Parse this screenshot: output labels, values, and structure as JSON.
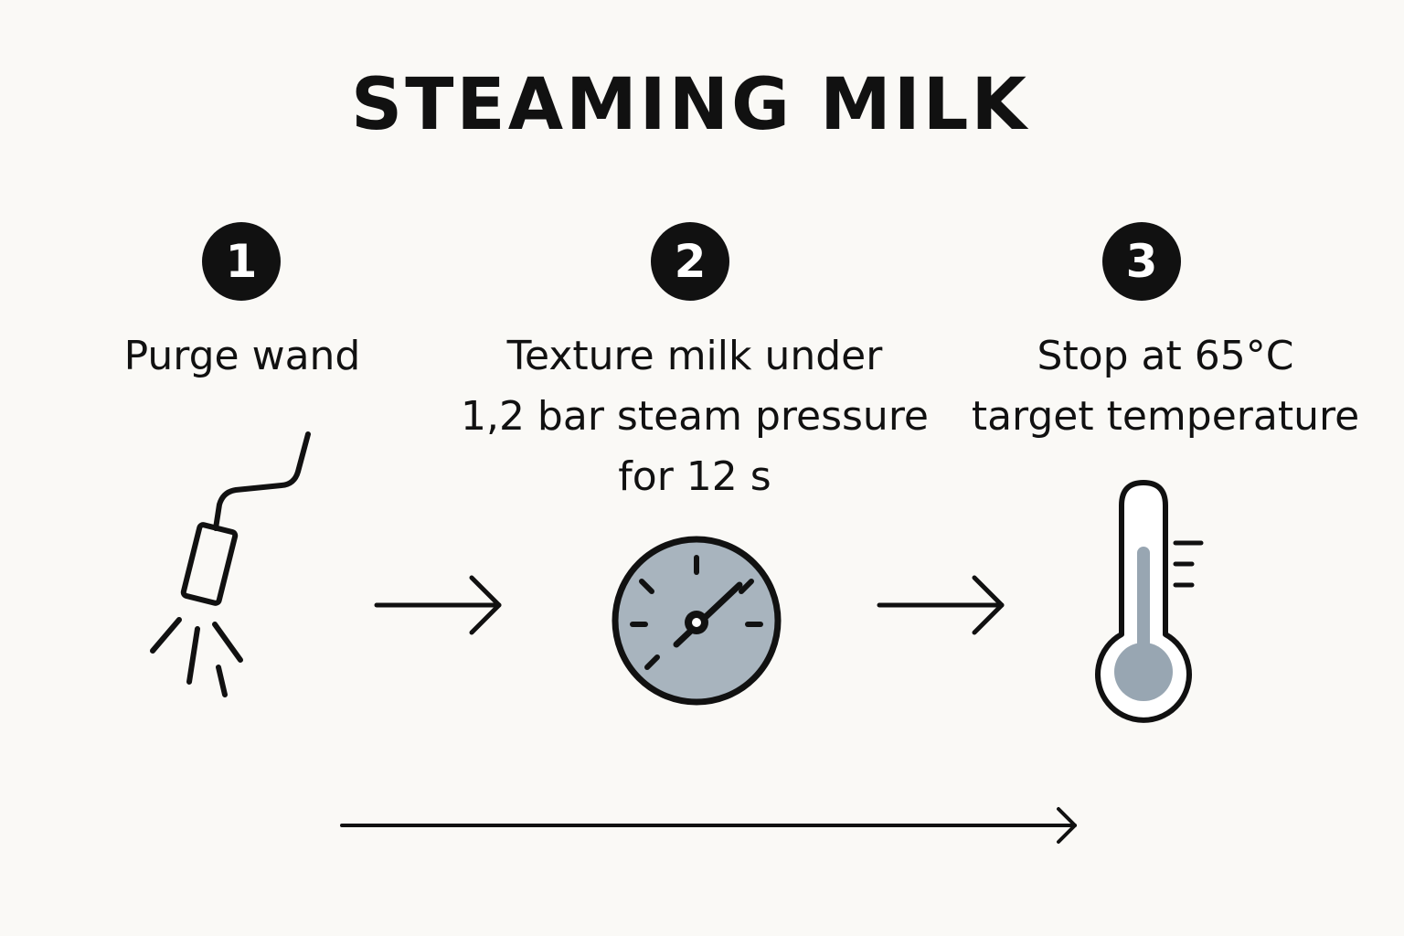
{
  "title": "STEAMING MILK",
  "steps": [
    {
      "number": "1",
      "lines": [
        "Purge wand"
      ],
      "icon": "steam-wand-icon"
    },
    {
      "number": "2",
      "lines": [
        "Texture milk under",
        "1,2 bar steam pressure",
        "for 12 s"
      ],
      "icon": "pressure-gauge-icon"
    },
    {
      "number": "3",
      "lines": [
        "Stop at 65°C",
        "target temperature"
      ],
      "icon": "thermometer-icon"
    }
  ],
  "colors": {
    "background": "#faf9f6",
    "ink": "#111111",
    "gauge_fill": "#a8b4be",
    "mercury": "#98a6b2"
  }
}
